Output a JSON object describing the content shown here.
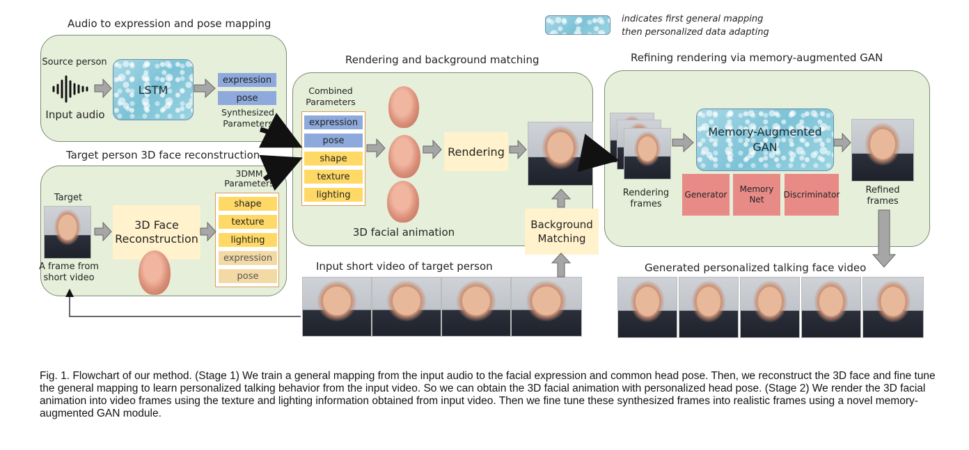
{
  "legend": {
    "line1": "indicates first general mapping",
    "line2": "then personalized data adapting"
  },
  "panel_audio": {
    "title": "Audio to expression and pose mapping",
    "source_person": "Source person",
    "input_audio": "Input audio",
    "lstm": "LSTM",
    "params": [
      "expression",
      "pose"
    ],
    "synth_label": "Synthesized\nParameters"
  },
  "panel_target": {
    "title": "Target person 3D face reconstruction",
    "target_person": "Target person",
    "frame_label": "A frame from\nshort video",
    "recon": "3D Face\nReconstruction",
    "params_title": "3DMM\nParameters",
    "params": [
      "shape",
      "texture",
      "lighting",
      "expression",
      "pose"
    ]
  },
  "panel_render": {
    "title": "Rendering and background matching",
    "combined": "Combined\nParameters",
    "params": [
      "expression",
      "pose",
      "shape",
      "texture",
      "lighting"
    ],
    "rendering": "Rendering",
    "animation": "3D facial animation",
    "bg_matching": "Background\nMatching"
  },
  "panel_refine": {
    "title": "Refining rendering via memory-augmented GAN",
    "gan": "Memory-Augmented\nGAN",
    "rendering_frames": "Rendering\nframes",
    "refined_frames": "Refined\nframes",
    "modules": [
      "Generator",
      "Memory\nNet",
      "Discriminator"
    ]
  },
  "input_video_title": "Input short video of target person",
  "output_video_title": "Generated personalized talking face video",
  "caption": "Fig. 1. Flowchart of our method. (Stage 1) We train a general mapping from the input audio to the facial expression and common head pose. Then, we reconstruct the 3D face and fine tune the general mapping to learn personalized talking behavior from the input video. So we can obtain the 3D facial animation with personalized head pose. (Stage 2) We render the 3D facial animation into video frames using the texture and lighting information obtained from input video. Then we fine tune these synthesized frames into realistic frames using a novel memory-augmented GAN module.",
  "colors": {
    "panel_bg": "#e6efd9",
    "param_blue": "#8ea9db",
    "param_yellow": "#ffd966",
    "cream": "#fff2cc",
    "module_red": "#e88b87",
    "arrow_gray": "#a6a6a6"
  }
}
